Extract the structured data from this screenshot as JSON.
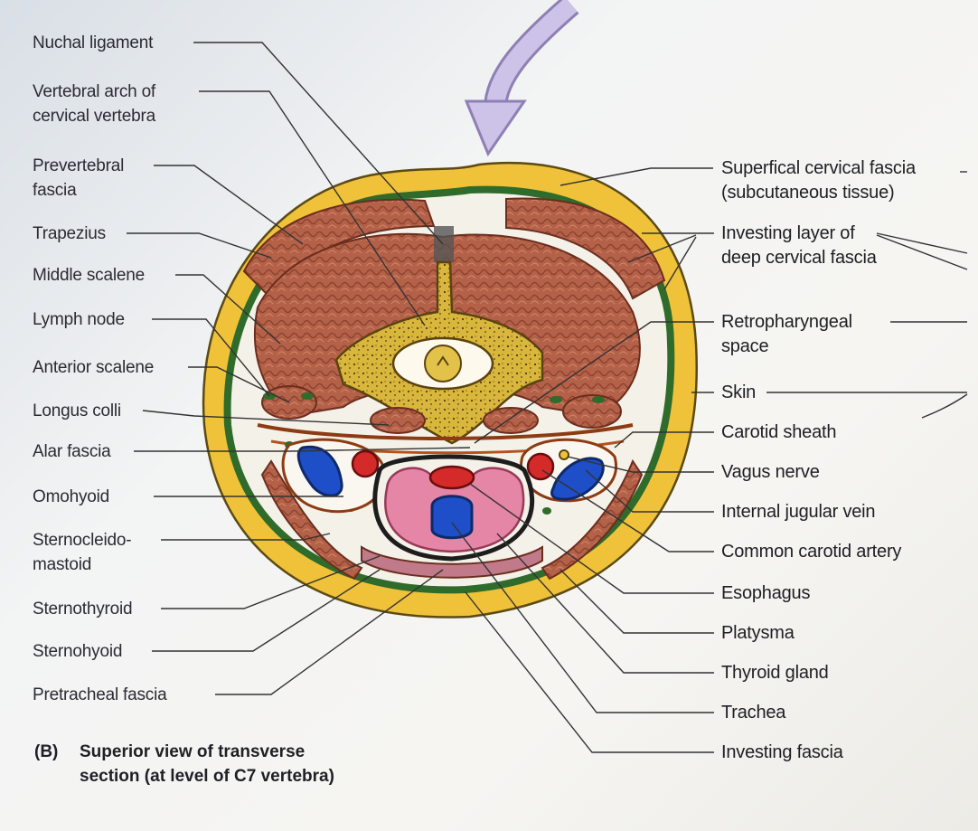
{
  "figure": {
    "caption_tag": "(B)",
    "caption": "Superior view of transverse section (at level of C7 vertebra)"
  },
  "labels_left": {
    "nuchal_ligament": "Nuchal ligament",
    "vertebral_arch": "Vertebral arch of cervical vertebra",
    "prevertebral_fascia": "Prevertebral fascia",
    "trapezius": "Trapezius",
    "middle_scalene": "Middle scalene",
    "lymph_node": "Lymph node",
    "anterior_scalene": "Anterior scalene",
    "longus_colli": "Longus colli",
    "alar_fascia": "Alar fascia",
    "omohyoid": "Omohyoid",
    "sternocleidomastoid": "Sternocleido-mastoid",
    "sternothyroid": "Sternothyroid",
    "sternohyoid": "Sternohyoid",
    "pretracheal_fascia": "Pretracheal fascia"
  },
  "labels_right": {
    "superficial_fascia": "Superfical cervical fascia (subcutaneous tissue)",
    "investing_layer": "Investing layer of deep cervical fascia",
    "retropharyngeal": "Retropharyngeal space",
    "skin": "Skin",
    "carotid_sheath": "Carotid sheath",
    "vagus": "Vagus nerve",
    "ijv": "Internal jugular vein",
    "cca": "Common carotid artery",
    "esophagus": "Esophagus",
    "platysma": "Platysma",
    "thyroid": "Thyroid gland",
    "trachea": "Trachea",
    "investing_fascia": "Investing fascia"
  },
  "colors": {
    "subcutaneous": "#f2c42e",
    "fascia_green": "#2f6b2a",
    "muscle": "#b0614a",
    "bone": "#d8b43a",
    "artery": "#d42a2a",
    "vein": "#1e4fc8",
    "thyroid": "#e07ea0",
    "arrow": "#c9bde6",
    "leader": "#333333"
  }
}
